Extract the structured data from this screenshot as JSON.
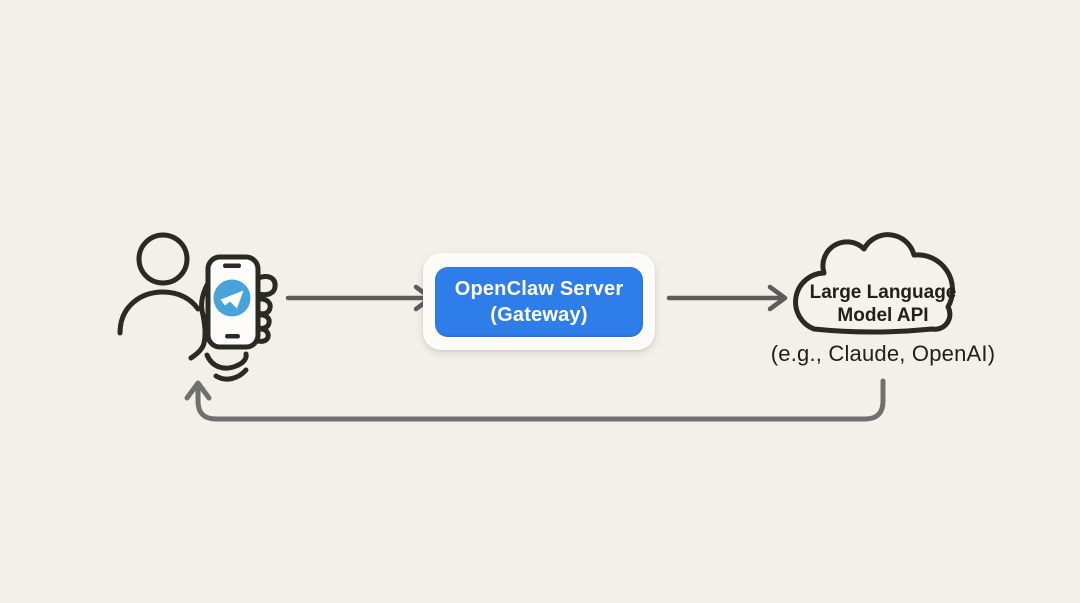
{
  "diagram_title": "Messaging flow: user to OpenClaw Server to LLM API",
  "colors": {
    "bg": "#f1f0ea",
    "ink": "#2a2a24",
    "ink-text": "#21211c",
    "arrow": "#5d5d5a",
    "return-arrow": "#70706d",
    "accent-blue": "#2e7de9",
    "telegram-blue": "#47a3d9",
    "card": "#fcfbf7",
    "server-text": "#ffffff",
    "cloud-fill": "#f3f2ec",
    "phone-screen": "#fdfcf8"
  },
  "nodes": {
    "user": {
      "name": "user-with-telegram-phone",
      "icons": [
        "person-icon",
        "phone-icon",
        "telegram-icon"
      ]
    },
    "server": {
      "line1": "OpenClaw Server",
      "line2": "(Gateway)"
    },
    "llm": {
      "line1": "Large Language",
      "line2": "Model API",
      "caption": "(e.g., Claude, OpenAI)"
    }
  },
  "edges": [
    {
      "from": "user",
      "to": "server",
      "style": "straight-right-arrow"
    },
    {
      "from": "server",
      "to": "llm",
      "style": "straight-right-arrow"
    },
    {
      "from": "llm",
      "to": "user",
      "style": "bottom-return-arrow"
    }
  ]
}
